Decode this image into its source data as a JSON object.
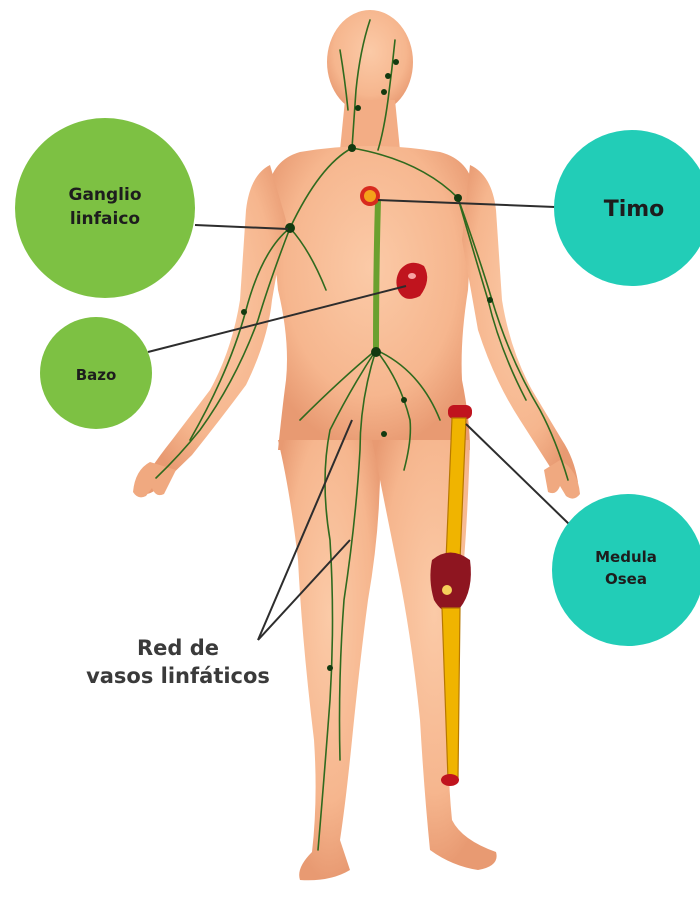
{
  "labels": {
    "ganglio_line1": "Ganglio",
    "ganglio_line2": "linfaico",
    "timo": "Timo",
    "bazo": "Bazo",
    "medula_line1": "Medula",
    "medula_line2": "Osea",
    "red_line1": "Red de",
    "red_line2": "vasos linfáticos"
  },
  "colors": {
    "bubble_green": "#7dc143",
    "bubble_teal": "#22cdb7",
    "skin": "#f6b68e",
    "skin_shadow": "#e79a70",
    "vessel": "#2f6a1e",
    "organ_red": "#c0141e",
    "bone_yellow": "#f0b400"
  }
}
